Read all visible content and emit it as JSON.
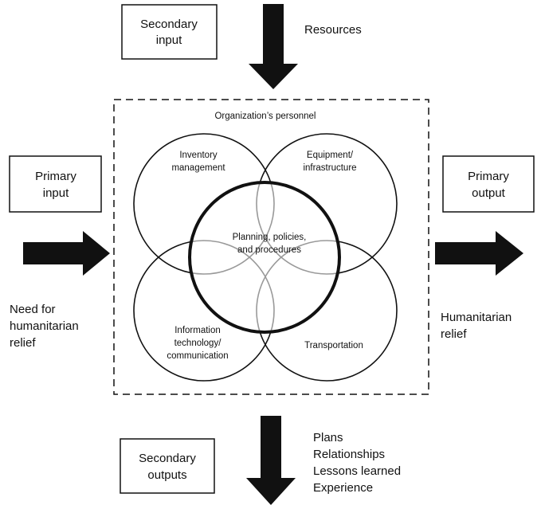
{
  "secondary_input": {
    "line1": "Secondary",
    "line2": "input"
  },
  "resources_label": "Resources",
  "primary_input": {
    "line1": "Primary",
    "line2": "input"
  },
  "primary_output": {
    "line1": "Primary",
    "line2": "output"
  },
  "need_label": {
    "line1": "Need for",
    "line2": "humanitarian",
    "line3": "relief"
  },
  "relief_label": {
    "line1": "Humanitarian",
    "line2": "relief"
  },
  "organization_label": "Organization’s personnel",
  "circles": {
    "inventory": {
      "line1": "Inventory",
      "line2": "management"
    },
    "equipment": {
      "line1": "Equipment/",
      "line2": "infrastructure"
    },
    "info_tech": {
      "line1": "Information",
      "line2": "technology/",
      "line3": "communication"
    },
    "transportation": {
      "line1": "Transportation"
    },
    "center": {
      "line1": "Planning, policies,",
      "line2": "and  procedures"
    }
  },
  "secondary_outputs": {
    "line1": "Secondary",
    "line2": "outputs"
  },
  "outputs_list": [
    "Plans",
    "Relationships",
    "Lessons learned",
    "Experience"
  ]
}
